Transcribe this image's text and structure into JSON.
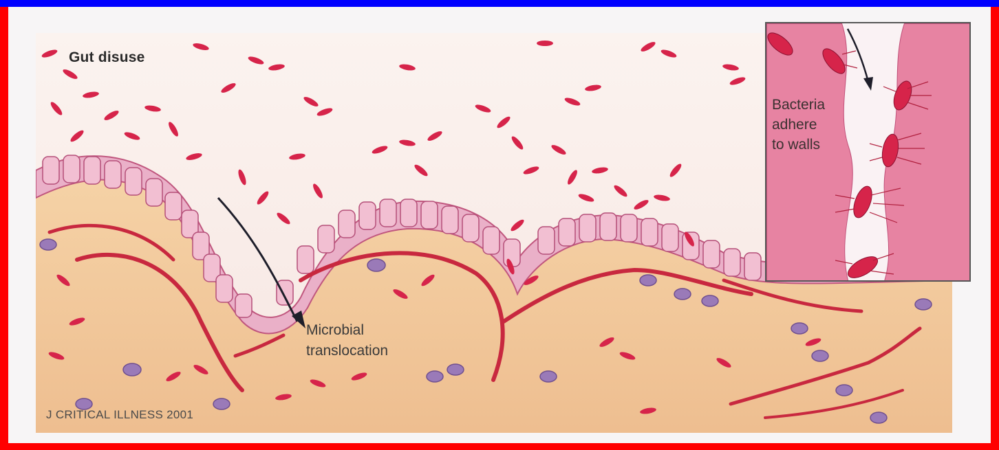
{
  "title": "Gut disuse",
  "annotations": {
    "microbial_line1": "Microbial",
    "microbial_line2": "translocation",
    "inset_line1": "Bacteria",
    "inset_line2": "adhere",
    "inset_line3": "to walls"
  },
  "credit": "J CRITICAL ILLNESS 2001",
  "colors": {
    "border": "#ff0000",
    "top_strip": "#0000ff",
    "tissue": "#f2c99a",
    "bacteria": "#d6244a",
    "vessel": "#c8283f",
    "cell": "#e8a6c0",
    "nucleus": "#8a6aa8",
    "inset_bg": "#e98aa6"
  },
  "icons": [
    "arrow-icon",
    "bacterium-icon",
    "cell-nucleus-icon"
  ]
}
